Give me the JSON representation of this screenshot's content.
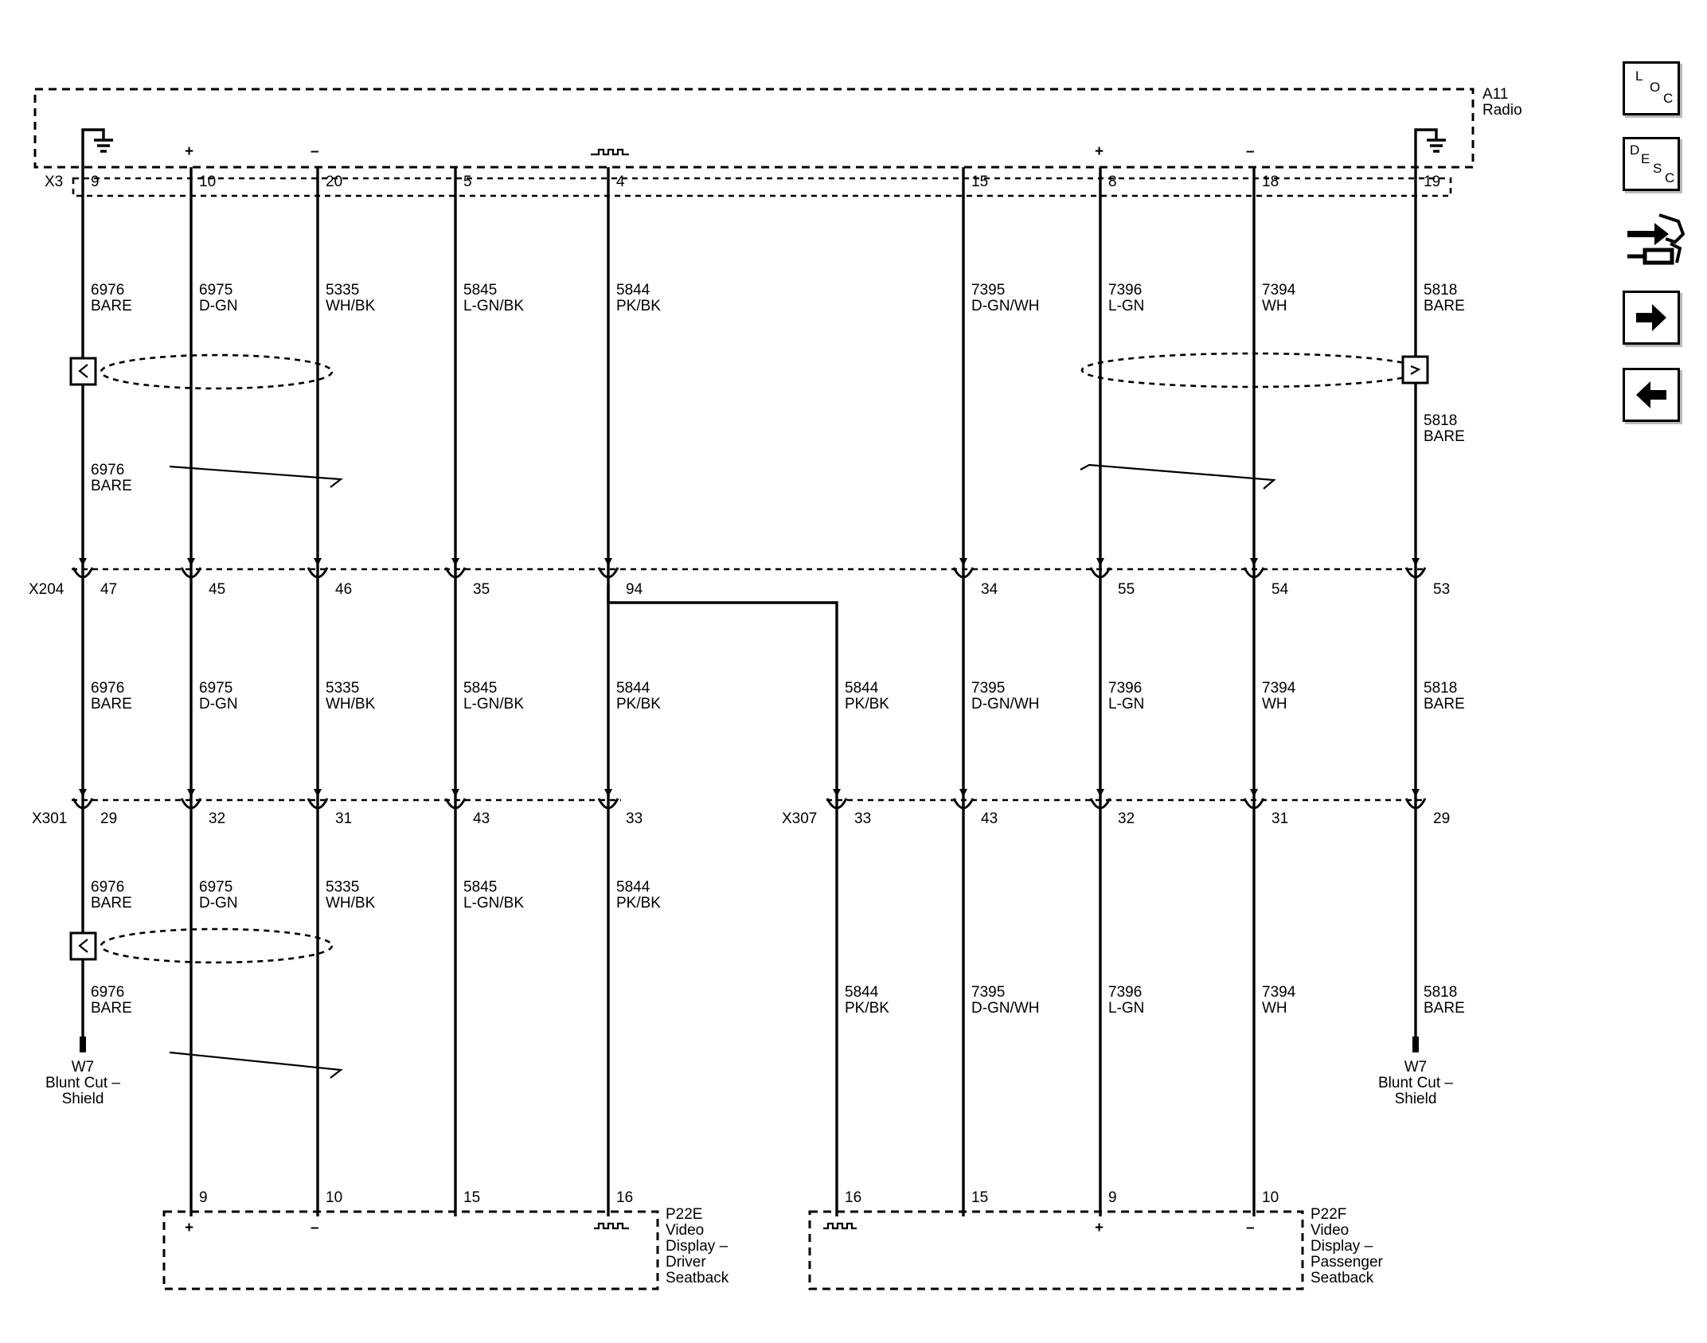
{
  "components": {
    "radio": {
      "id": "A11",
      "name": "Radio"
    },
    "driver_display": {
      "id": "P22E",
      "lines": [
        "Video",
        "Display –",
        "Driver",
        "Seatback"
      ]
    },
    "passenger_display": {
      "id": "P22F",
      "lines": [
        "Video",
        "Display –",
        "Passenger",
        "Seatback"
      ]
    }
  },
  "connectors": {
    "radio": "X3",
    "inline1": "X204",
    "inline2": "X301",
    "inline3": "X307"
  },
  "radio_pins": [
    "9",
    "10",
    "20",
    "5",
    "4",
    "15",
    "8",
    "18",
    "19"
  ],
  "x204_pins": [
    "47",
    "45",
    "46",
    "35",
    "94",
    "34",
    "55",
    "54",
    "53"
  ],
  "x301_pins": [
    "29",
    "32",
    "31",
    "43",
    "33"
  ],
  "x307_pins": [
    "33",
    "43",
    "32",
    "31",
    "29"
  ],
  "driver_pins": [
    "9",
    "10",
    "15",
    "16"
  ],
  "passenger_pins": [
    "16",
    "15",
    "9",
    "10"
  ],
  "terminal_symbols": {
    "plus": "+",
    "minus": "–"
  },
  "wires": {
    "a": {
      "circuit": "6976",
      "color": "BARE"
    },
    "b": {
      "circuit": "6975",
      "color": "D-GN"
    },
    "c": {
      "circuit": "5335",
      "color": "WH/BK"
    },
    "d": {
      "circuit": "5845",
      "color": "L-GN/BK"
    },
    "e": {
      "circuit": "5844",
      "color": "PK/BK"
    },
    "f": {
      "circuit": "7395",
      "color": "D-GN/WH"
    },
    "g": {
      "circuit": "7396",
      "color": "L-GN"
    },
    "h": {
      "circuit": "7394",
      "color": "WH"
    },
    "i": {
      "circuit": "5818",
      "color": "BARE"
    }
  },
  "shield_terminations": {
    "left": {
      "id": "W7",
      "lines": [
        "Blunt Cut –",
        "Shield"
      ]
    },
    "right": {
      "id": "W7",
      "lines": [
        "Blunt Cut –",
        "Shield"
      ]
    }
  },
  "nav": {
    "loc": {
      "letters": [
        "L",
        "O",
        "C"
      ],
      "icon": "location-icon"
    },
    "desc": {
      "letters": [
        "D",
        "E",
        "S",
        "C"
      ],
      "icon": "description-icon"
    },
    "connector_icon": "connector-end-view-icon",
    "next_icon": "arrow-right-icon",
    "prev_icon": "arrow-left-icon"
  }
}
